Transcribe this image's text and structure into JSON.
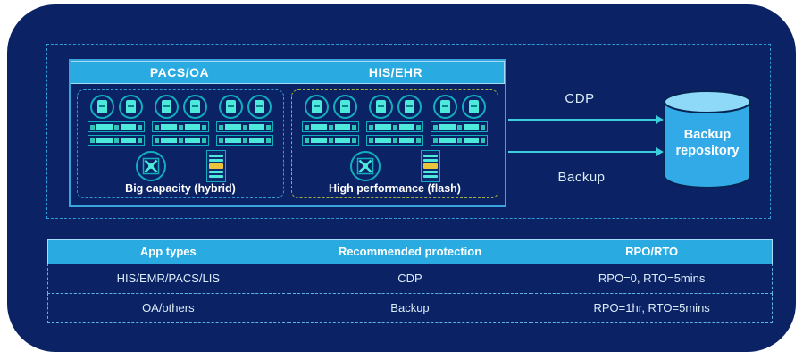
{
  "colors": {
    "panel_navy": "#0B2264",
    "accent_cyan": "#29ABE2",
    "icon_teal": "#11AFBE",
    "icon_bar_cyan": "#4DE9DA",
    "dash_blue": "#2F9BD9",
    "dash_green": "#A3B23A",
    "arrow_cyan": "#3BD0DE",
    "cylinder_body": "#31AAE7",
    "cylinder_top": "#8FD9F8",
    "label_yellow": "#E9C53B"
  },
  "diagram": {
    "pacs": {
      "header": "PACS/OA",
      "caption": "Big capacity (hybrid)"
    },
    "his": {
      "header": "HIS/EHR",
      "caption": "High performance (flash)"
    },
    "flows": [
      {
        "label": "CDP"
      },
      {
        "label": "Backup"
      }
    ],
    "repository": {
      "label": "Backup repository"
    },
    "icons": [
      "server-icon",
      "storage-rack-icon",
      "san-switch-icon",
      "storage-array-icon",
      "database-cylinder-icon"
    ]
  },
  "table": {
    "headers": [
      "App types",
      "Recommended protection",
      "RPO/RTO"
    ],
    "rows": [
      [
        "HIS/EMR/PACS/LIS",
        "CDP",
        "RPO=0, RTO=5mins"
      ],
      [
        "OA/others",
        "Backup",
        "RPO=1hr, RTO=5mins"
      ]
    ]
  }
}
